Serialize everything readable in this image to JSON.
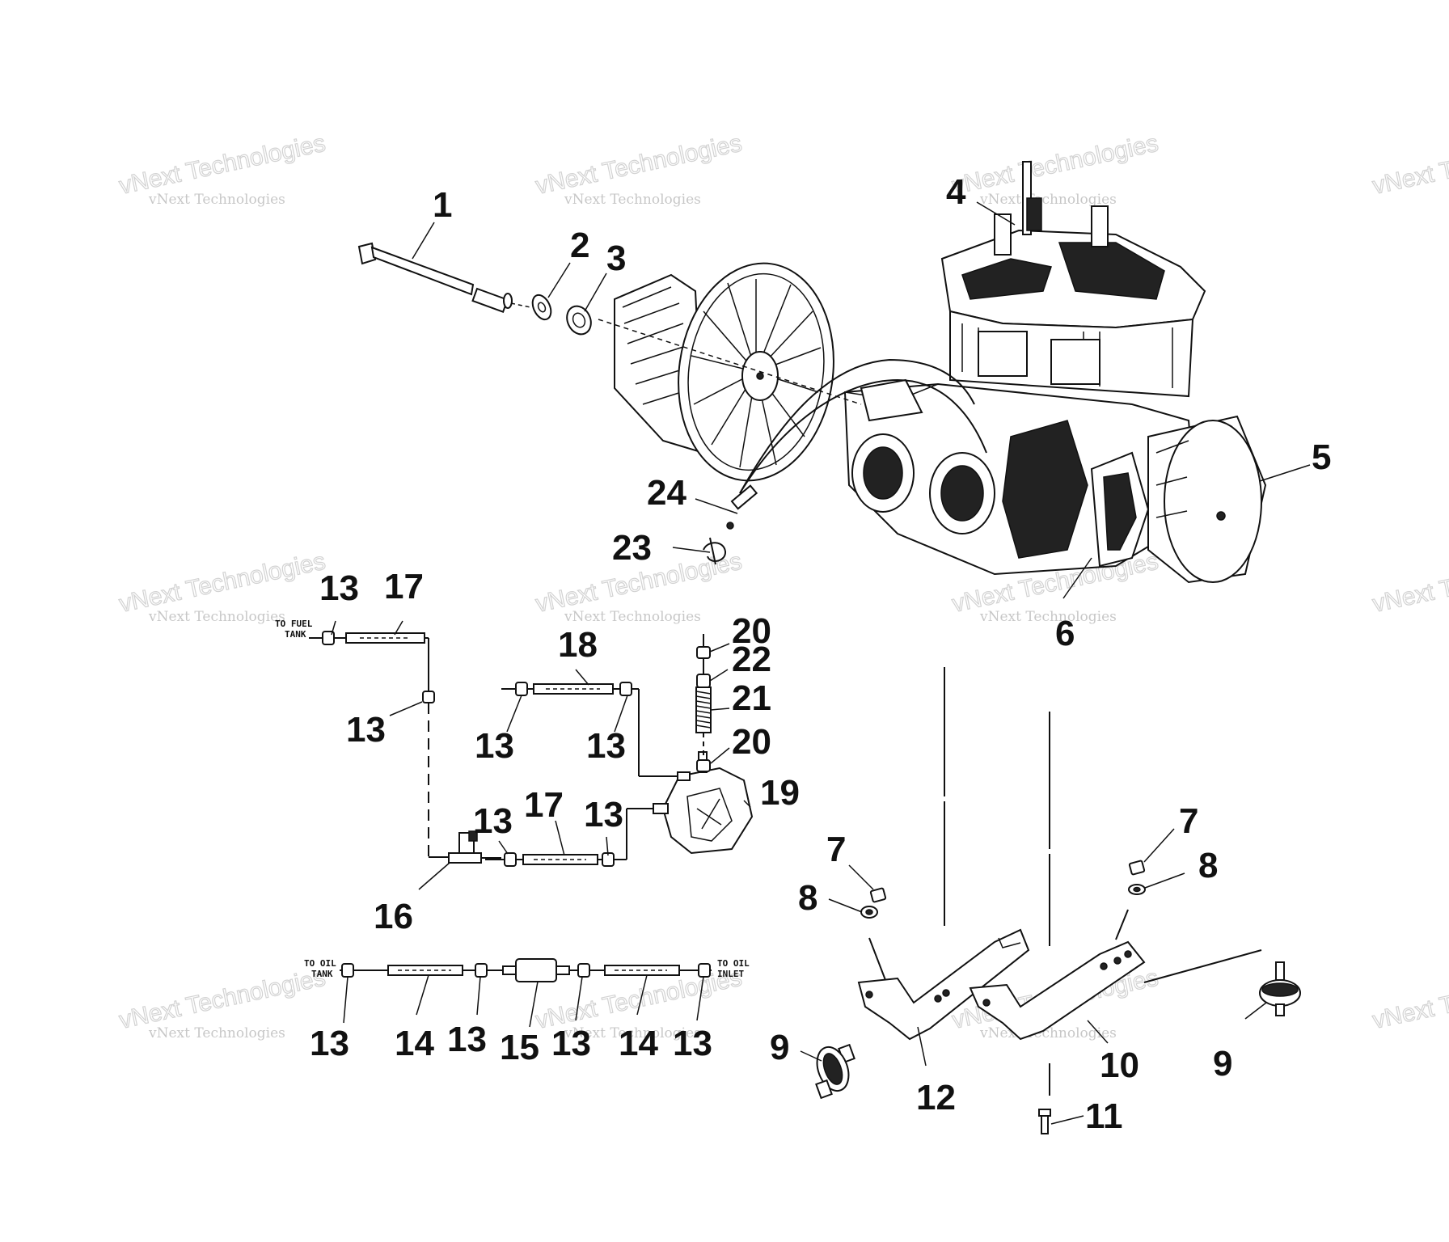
{
  "watermark": {
    "line1": "vNext Technologies",
    "line2": "vNext Technologies"
  },
  "notes": {
    "to_fuel_tank_1": "TO FUEL",
    "to_fuel_tank_2": "TANK",
    "to_oil_tank_1": "TO OIL",
    "to_oil_tank_2": "TANK",
    "to_oil_inlet_1": "TO OIL",
    "to_oil_inlet_2": "INLET"
  },
  "callouts": {
    "c1": "1",
    "c2": "2",
    "c3": "3",
    "c4": "4",
    "c5": "5",
    "c6": "6",
    "c7a": "7",
    "c7b": "7",
    "c8a": "8",
    "c8b": "8",
    "c9a": "9",
    "c9b": "9",
    "c10": "10",
    "c11": "11",
    "c12": "12",
    "c13_fuel_top": "13",
    "c13_fuel_mid": "13",
    "c13_18_left": "13",
    "c13_18_right": "13",
    "c13_17b_left": "13",
    "c13_17b_right": "13",
    "c13_oil1": "13",
    "c13_oil2": "13",
    "c13_oil3": "13",
    "c13_oil4": "13",
    "c14a": "14",
    "c14b": "14",
    "c15": "15",
    "c16": "16",
    "c17a": "17",
    "c17b": "17",
    "c18": "18",
    "c19": "19",
    "c20a": "20",
    "c20b": "20",
    "c21": "21",
    "c22": "22",
    "c23": "23",
    "c24": "24"
  }
}
